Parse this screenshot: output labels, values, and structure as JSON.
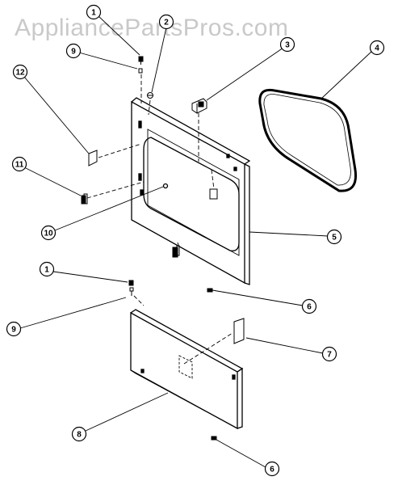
{
  "watermark": {
    "text": "AppliancePartsPros.com"
  },
  "callouts": [
    "1",
    "2",
    "3",
    "4",
    "12",
    "9",
    "11",
    "10",
    "5",
    "1",
    "9",
    "6",
    "7",
    "8",
    "6"
  ],
  "colors": {
    "ink": "#000000",
    "watermark": "#c9c9c9",
    "background": "#ffffff"
  }
}
